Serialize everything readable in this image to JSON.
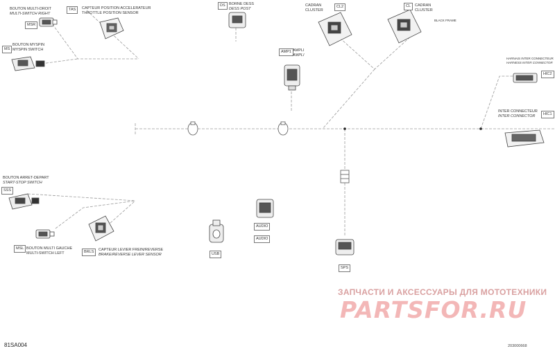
{
  "figure_id": "81SA004",
  "document_id": "203000668",
  "watermark": {
    "tagline": "ЗАПЧАСТИ И АКСЕССУАРЫ ДЛЯ МОТОТЕХНИКИ",
    "brand": "PARTSFOR.RU"
  },
  "components": [
    {
      "code": "MSR",
      "label_fr": "BOUTON MULTI-DROIT",
      "label_en": "MULTI-SWITCH RIGHT"
    },
    {
      "code": "TAS",
      "label_fr": "CAPTEUR POSITION ACCELERATEUR",
      "label_en": "THROTTLE POSITION SENSOR"
    },
    {
      "code": "DS",
      "label_fr": "BORNE DESS",
      "label_en": "DESS POST"
    },
    {
      "code": "CL2",
      "label_fr": "CADRAN",
      "label_en": "CLUSTER"
    },
    {
      "code": "CL",
      "label_fr": "CADRAN",
      "label_en": "CLUSTER"
    },
    {
      "code": "MS",
      "label_fr": "BOUTON MYSPIN",
      "label_en": "MYSPIN SWITCH"
    },
    {
      "code": "AMP1",
      "label_fr": "AMPLI",
      "label_en": "AMPLI"
    },
    {
      "code": "HIC2",
      "label_fr": "HARNAIS INTER CONNECTEUR",
      "label_en": "HARNESS INTER CONNECTOR"
    },
    {
      "code": "HIC1",
      "label_fr": "INTER CONNECTEUR",
      "label_en": "INTER CONNECTOR"
    },
    {
      "code": "SSS",
      "label_fr": "BOUTON ARRET-DEPART",
      "label_en": "START-STOP SWITCH"
    },
    {
      "code": "AUDIO",
      "label_fr": "",
      "label_en": ""
    },
    {
      "code": "AUDIO",
      "label_fr": "",
      "label_en": ""
    },
    {
      "code": "MSL",
      "label_fr": "BOUTON MULTI GAUCHE",
      "label_en": "MULTI-SWITCH LEFT"
    },
    {
      "code": "BRLS",
      "label_fr": "CAPTEUR LEVIER FREIN/REVERSE",
      "label_en": "BRAKE/REVERSE LEVER SENSOR"
    },
    {
      "code": "USB",
      "label_fr": "",
      "label_en": ""
    },
    {
      "code": "SPS",
      "label_fr": "",
      "label_en": ""
    }
  ],
  "misc": {
    "cl_note": "BLACK FRAME"
  }
}
